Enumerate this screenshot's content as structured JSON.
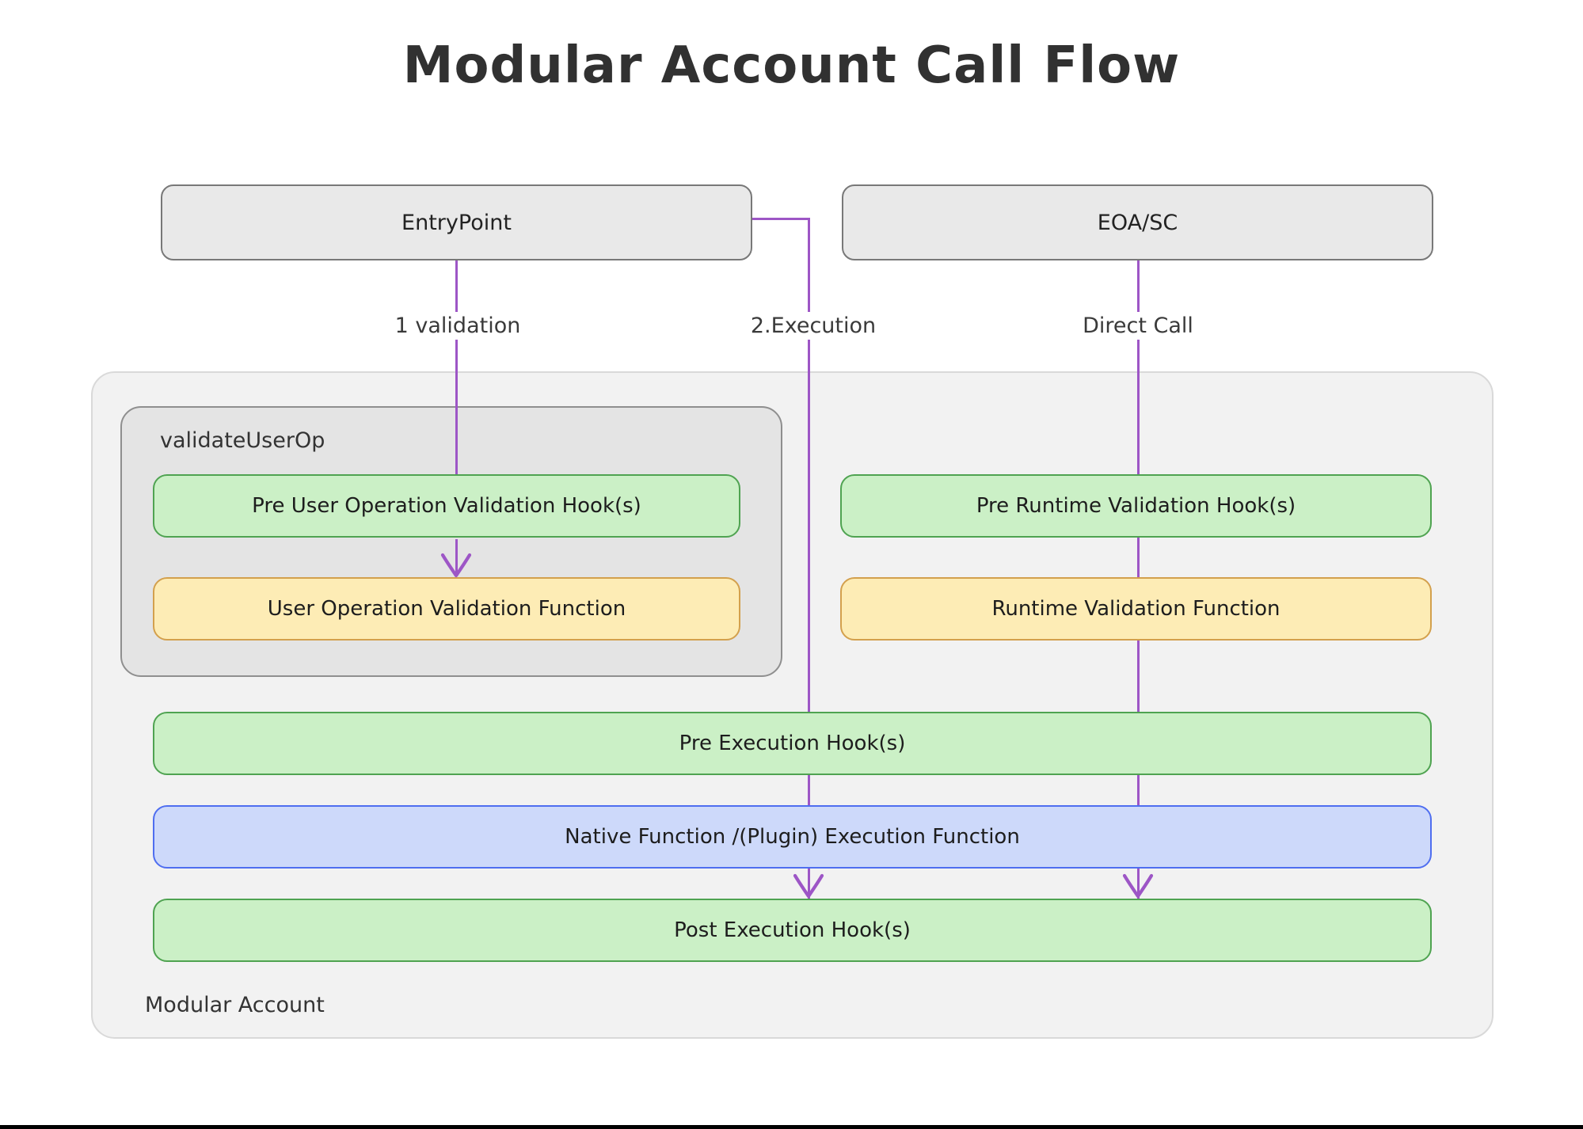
{
  "title": "Modular Account Call Flow",
  "colors": {
    "connector_purple": "#9d56c6",
    "green_fill": "#cbf0c6",
    "green_border": "#4fa351",
    "yellow_fill": "#fdecb5",
    "yellow_border": "#d3a04d",
    "blue_fill": "#cdd9fa",
    "blue_border": "#4f6ef0",
    "node_gray_fill": "#e9e9e9",
    "node_gray_border": "#787878",
    "container_fill": "#f2f2f2",
    "container_border": "#d9d9d9",
    "group_fill": "#e4e4e4",
    "group_border": "#8f8f8f"
  },
  "nodes": {
    "entrypoint": {
      "label": "EntryPoint"
    },
    "eoa_sc": {
      "label": "EOA/SC"
    }
  },
  "connectors": {
    "validation": {
      "label": "1 validation"
    },
    "execution": {
      "label": "2.Execution"
    },
    "direct_call": {
      "label": "Direct Call"
    }
  },
  "modular_account": {
    "label": "Modular Account",
    "validate_userop": {
      "label": "validateUserOp",
      "pre_userop_hook": {
        "label": "Pre User Operation Validation Hook(s)"
      },
      "userop_validation_fn": {
        "label": "User Operation Validation Function"
      }
    },
    "pre_runtime_hook": {
      "label": "Pre Runtime Validation Hook(s)"
    },
    "runtime_validation_fn": {
      "label": "Runtime Validation Function"
    },
    "pre_execution_hook": {
      "label": "Pre Execution Hook(s)"
    },
    "native_execution_fn": {
      "label": "Native Function /(Plugin) Execution Function"
    },
    "post_execution_hook": {
      "label": "Post Execution Hook(s)"
    }
  }
}
